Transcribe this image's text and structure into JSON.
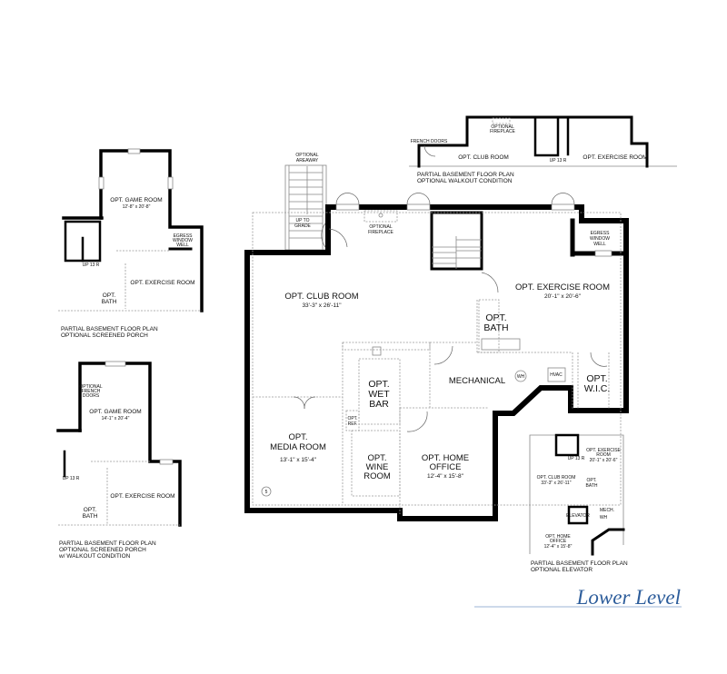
{
  "title": "Lower Level",
  "colors": {
    "title": "#2d5d9b",
    "walls": "#000000"
  },
  "main_plan": {
    "club_room": {
      "name": "OPT. CLUB ROOM",
      "dims": "33'-3\" x 26'-11\""
    },
    "exercise_room": {
      "name": "OPT. EXERCISE ROOM",
      "dims": "20'-1\" x 20'-6\""
    },
    "bath": [
      "OPT.",
      "BATH"
    ],
    "mechanical": "MECHANICAL",
    "wh": "WH",
    "hvac": "HVAC",
    "wic": [
      "OPT.",
      "W.I.C."
    ],
    "wet_bar": [
      "OPT.",
      "WET",
      "BAR"
    ],
    "ref": [
      "OPT.",
      "REF."
    ],
    "media_room": {
      "name": [
        "OPT.",
        "MEDIA ROOM"
      ],
      "dims": "13'-1\" x 15'-4\""
    },
    "wine_room": [
      "OPT.",
      "WINE",
      "ROOM"
    ],
    "home_office": {
      "name": [
        "OPT. HOME",
        "OFFICE"
      ],
      "dims": "12'-4\" x 15'-8\""
    },
    "areaway": [
      "OPTIONAL",
      "AREAWAY"
    ],
    "up_to_grade": [
      "UP TO",
      "GRADE"
    ],
    "fireplace": [
      "OPTIONAL",
      "FIREPLACE"
    ],
    "egress": [
      "EGRESS",
      "WINDOW",
      "WELL"
    ],
    "marker": "5"
  },
  "walkout_plan": {
    "french_doors": "FRENCH DOORS",
    "fireplace": [
      "OPTIONAL",
      "FIREPLACE"
    ],
    "club_room": "OPT. CLUB ROOM",
    "exercise_room": "OPT. EXERCISE ROOM",
    "stair": "UP 13 R",
    "caption": [
      "PARTIAL BASEMENT FLOOR PLAN",
      "OPTIONAL WALKOUT CONDITION"
    ]
  },
  "porch_plan": {
    "game_room": {
      "name": "OPT. GAME ROOM",
      "dims": "12'-8\" x 20'-8\""
    },
    "egress": [
      "EGRESS",
      "WINDOW",
      "WELL"
    ],
    "stair": "UP 13 R",
    "exercise_room": "OPT. EXERCISE ROOM",
    "bath": [
      "OPT.",
      "BATH"
    ],
    "caption": [
      "PARTIAL BASEMENT FLOOR PLAN",
      "OPTIONAL SCREENED PORCH"
    ]
  },
  "porch_walkout_plan": {
    "french_doors": [
      "OPTIONAL",
      "FRENCH",
      "DOORS"
    ],
    "game_room": {
      "name": "OPT. GAME ROOM",
      "dims": "14'-1\" x 20'-4\""
    },
    "stair": "UP 13 R",
    "exercise_room": "OPT. EXERCISE ROOM",
    "bath": [
      "OPT.",
      "BATH"
    ],
    "caption": [
      "PARTIAL BASEMENT FLOOR PLAN",
      "OPTIONAL SCREENED PORCH",
      "w/ WALKOUT CONDITION"
    ]
  },
  "elevator_plan": {
    "exercise_room": [
      "OPT. EXERCISE",
      "ROOM"
    ],
    "exercise_dims": "20'-1\" x 20'-6\"",
    "stair": "UP 13 R",
    "club_room": "OPT. CLUB ROOM",
    "club_dims": "33'-3\" x 26'-11\"",
    "bath": [
      "OPT.",
      "BATH"
    ],
    "elevator": "ELEVATOR",
    "mech": "MECH.",
    "wh": "WH",
    "home_office": [
      "OPT. HOME",
      "OFFICE"
    ],
    "office_dims": "12'-4\" x 15'-8\"",
    "caption": [
      "PARTIAL BASEMENT FLOOR PLAN",
      "OPTIONAL ELEVATOR"
    ]
  }
}
